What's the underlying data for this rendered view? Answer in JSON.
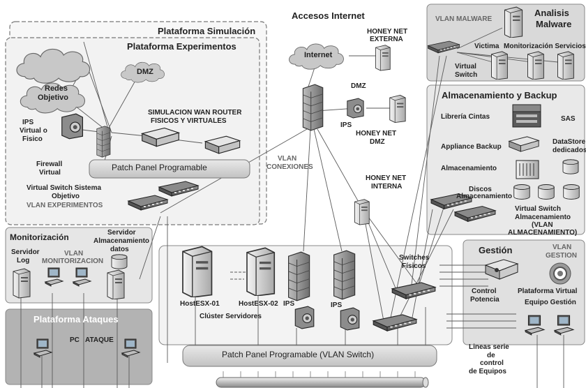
{
  "regions": {
    "plataforma_simulacion": "Plataforma Simulación",
    "plataforma_experimentos": "Plataforma Experimentos",
    "accesos_internet": "Accesos Internet",
    "analisis_malware": "Analisis Malware",
    "almacenamiento_backup": "Almacenamiento y Backup",
    "monitorizacion": "Monitorización",
    "plataforma_ataques": "Plataforma Ataques",
    "gestion": "Gestión"
  },
  "labels": {
    "internet": "Internet",
    "dmz_cloud": "DMZ",
    "redes": "Redes",
    "objetivo": "Objetivo",
    "ips_virtual_1": "IPS",
    "ips_virtual_2": "Virtual o",
    "ips_virtual_3": "Fisico",
    "firewall_virtual_1": "Firewall",
    "firewall_virtual_2": "Virtual",
    "sim_wan_1": "SIMULACION WAN ROUTER",
    "sim_wan_2": "FISICOS Y VIRTUALES",
    "patch_panel_top": "Patch Panel Programable",
    "vs_sistema_1": "Virtual Switch Sistema",
    "vs_sistema_2": "Objetivo",
    "vlan_experimentos": "VLAN EXPERIMENTOS",
    "honey_ext_1": "HONEY NET",
    "honey_ext_2": "EXTERNA",
    "dmz_center": "DMZ",
    "ips_center": "IPS",
    "honey_dmz_1": "HONEY NET",
    "honey_dmz_2": "DMZ",
    "vlan_con_1": "VLAN",
    "vlan_con_2": "CONEXIONES",
    "honey_int_1": "HONEY NET",
    "honey_int_2": "INTERNA",
    "vlan_malware": "VLAN MALWARE",
    "victima": "Victima",
    "monitorizacion_servicios": "Monitorización Servicios",
    "virtual_switch_1": "Virtual",
    "virtual_switch_2": "Switch",
    "libreria_cintas": "Librería Cintas",
    "sas": "SAS",
    "appliance_backup": "Appliance Backup",
    "datastore_1": "DataStore",
    "datastore_2": "dedicados",
    "almacenamiento": "Almacenamiento",
    "discos_1": "Discos",
    "discos_2": "Almacenamiento",
    "vs_alm_1": "Virtual Switch",
    "vs_alm_2": "Almacenamiento",
    "vs_alm_3": "(VLAN",
    "vs_alm_4": "ALMACENAMIENTO)",
    "servidor_log_1": "Servidor",
    "servidor_log_2": "Log",
    "vlan_mon_1": "VLAN",
    "vlan_mon_2": "MONITORIZACION",
    "serv_alm_1": "Servidor",
    "serv_alm_2": "Almacenamiento",
    "serv_alm_3": "datos",
    "pc_ataque_1": "PC",
    "pc_ataque_2": "ATAQUE",
    "host_esx_01": "HostESX-01",
    "host_esx_02": "HostESX-02",
    "ips_a": "IPS",
    "ips_b": "IPS",
    "cluster": "Clúster Servidores",
    "switches_1": "Switches",
    "switches_2": "Físicos",
    "vlan_gestion_1": "VLAN",
    "vlan_gestion_2": "GESTION",
    "control_1": "Control",
    "control_2": "Potencia",
    "plataforma_virtual": "Plataforma Virtual",
    "equipo_gestion": "Equipo Gestión",
    "lineas_1": "Lineas serie",
    "lineas_2": "de",
    "lineas_3": "control",
    "lineas_4": "de Equipos",
    "patch_panel_bottom": "Patch Panel Programable (VLAN Switch)"
  },
  "icons": [
    "cloud-icon",
    "server-icon",
    "firewall-icon",
    "switch-icon",
    "router-icon",
    "ips-icon",
    "pc-icon",
    "disk-icon",
    "tape-library-icon",
    "gear-icon",
    "power-control-icon"
  ],
  "colors": {
    "panel_gray": "#d9d9d9",
    "panel_dark": "#b3b3b3",
    "dashed_border": "#777777",
    "cloud": "#c8c8c8",
    "line": "#5a5a5a"
  }
}
